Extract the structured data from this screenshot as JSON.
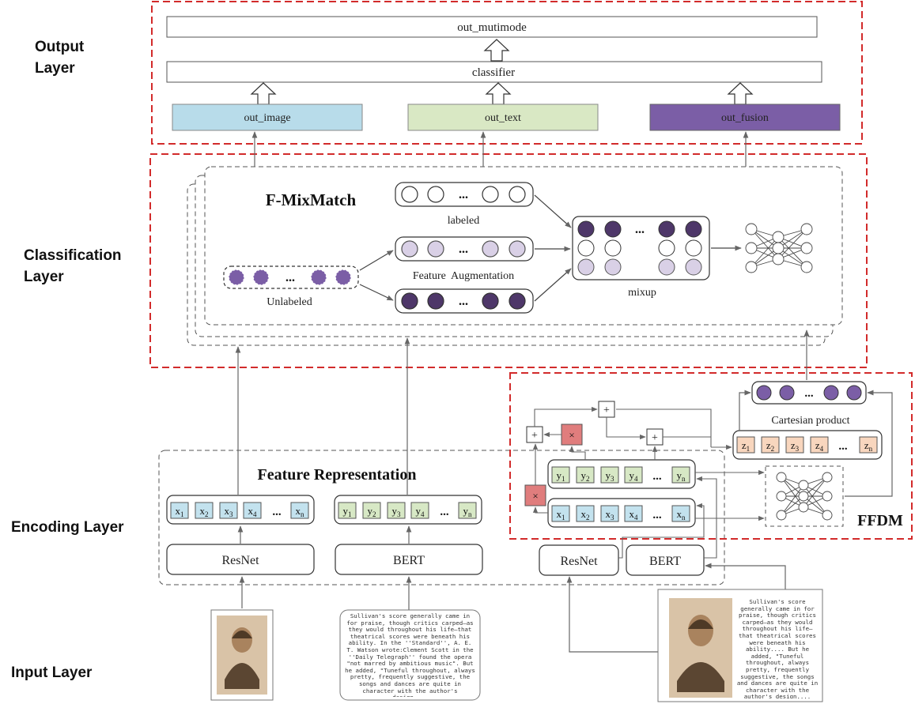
{
  "layers": {
    "output_line1": "Output",
    "output_line2": "Layer",
    "classification_line1": "Classification",
    "classification_line2": "Layer",
    "encoding": "Encoding Layer",
    "input": "Input Layer"
  },
  "output": {
    "out_mutimode": "out_mutimode",
    "classifier": "classifier",
    "out_image": "out_image",
    "out_text": "out_text",
    "out_fusion": "out_fusion"
  },
  "classification": {
    "title": "F-MixMatch",
    "labeled": "labeled",
    "feature_augmentation": "Feature  Augmentation",
    "unlabeled": "Unlabeled",
    "mixup": "mixup",
    "ellipsis": "..."
  },
  "encoding": {
    "feature_representation": "Feature Representation",
    "resnet": "ResNet",
    "bert": "BERT",
    "x_tokens": [
      "x",
      "x",
      "x",
      "x",
      "...",
      "x"
    ],
    "x_subs": [
      "1",
      "2",
      "3",
      "4",
      "",
      "n"
    ],
    "y_tokens": [
      "y",
      "y",
      "y",
      "y",
      "...",
      "y"
    ],
    "y_subs": [
      "1",
      "2",
      "3",
      "4",
      "",
      "n"
    ],
    "z_tokens": [
      "z",
      "z",
      "z",
      "z",
      "...",
      "z"
    ],
    "z_subs": [
      "1",
      "2",
      "3",
      "4",
      "",
      "n"
    ]
  },
  "ffdm": {
    "title": "FFDM",
    "cartesian_product": "Cartesian product",
    "resnet": "ResNet",
    "bert": "BERT",
    "plus": "+",
    "times": "×"
  },
  "input": {
    "caption_left": "Sullivan's score generally came in for praise, though critics carped—as they would throughout his life—that theatrical scores were beneath his ability. In the ''Standard'', A. E. T. Watson wrote:Clement Scott in the ''Daily Telegraph'' found the opera \"not marred by ambitious music\". But he added, \"Tuneful throughout, always pretty, frequently suggestive, the songs and dances are quite in character with the author's design....",
    "caption_right": "Sullivan's score generally came in for praise, though critics carped—as they would throughout his life—that theatrical scores were beneath his ability.... But he added, \"Tuneful throughout, always pretty, frequently suggestive, the songs and dances are quite in character with the author's design...."
  },
  "colors": {
    "red_dash": "#d22b2b",
    "out_image_fill": "#b8dcea",
    "out_text_fill": "#d9e8c4",
    "out_fusion_fill": "#7b5ea6",
    "x_token_fill": "#c3e2ee",
    "y_token_fill": "#d7e8c5",
    "z_token_fill": "#f8d6be",
    "times_fill": "#e07d7d",
    "dark_purple": "#4e3769",
    "light_purple": "#d9d0e6",
    "mid_purple": "#7b5ea6"
  }
}
